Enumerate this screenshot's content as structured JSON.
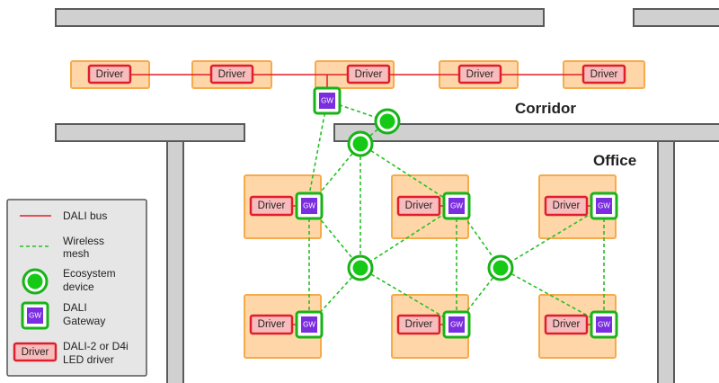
{
  "labels": {
    "corridor": "Corridor",
    "office": "Office",
    "driver": "Driver",
    "gateway": "GW"
  },
  "legend": {
    "dali_bus": "DALI bus",
    "wireless_mesh": [
      "Wireless",
      "mesh"
    ],
    "ecosystem_device": [
      "Ecosystem",
      "device"
    ],
    "dali_gateway": [
      "DALI",
      "Gateway"
    ],
    "led_driver": [
      "DALI-2 or D4i",
      "LED driver"
    ],
    "driver_icon": "Driver",
    "gateway_icon": "GW"
  },
  "colors": {
    "dali_bus": "#e01e2b",
    "wireless_mesh": "#25c025",
    "gateway": "#7b2ee0",
    "luminaire": "#ffd6a8",
    "wall": "#d0d0d0"
  }
}
